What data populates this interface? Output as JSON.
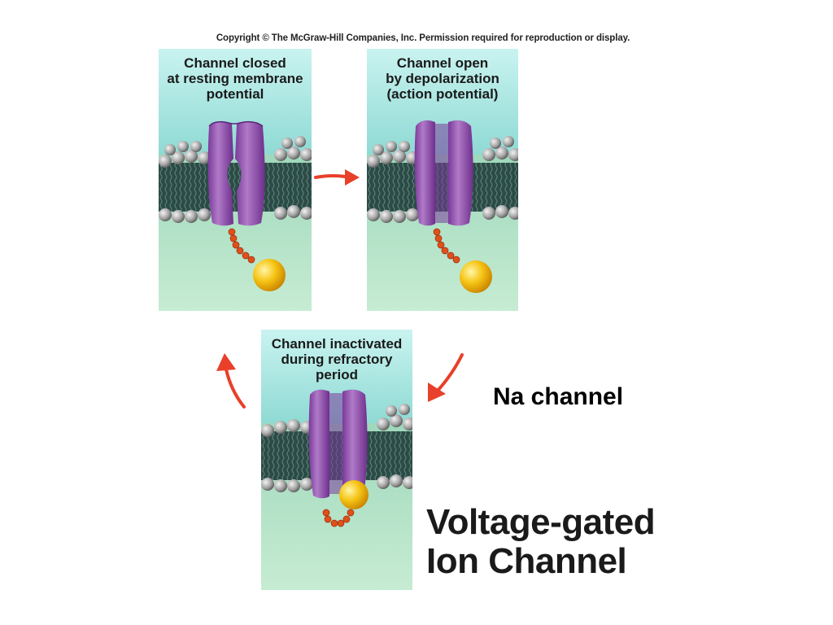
{
  "copyright": "Copyright © The McGraw-Hill Companies, Inc. Permission required for reproduction or display.",
  "panels": {
    "closed": {
      "lines": [
        "Channel closed",
        "at resting membrane",
        "potential"
      ]
    },
    "open": {
      "lines": [
        "Channel open",
        "by depolarization",
        "(action potential)"
      ]
    },
    "inactivated": {
      "lines": [
        "Channel inactivated",
        "during refractory",
        "period"
      ]
    }
  },
  "na_label": "Na channel",
  "title": {
    "lines": [
      "Voltage-gated",
      "Ion Channel"
    ]
  },
  "colors": {
    "top_fluid": "#bfeff0",
    "bottom_fluid": "#a8dcbc",
    "membrane_core": "#2f4f4a",
    "lipid_head": "#a8a8a8",
    "protein": "#9a55b8",
    "protein_dark": "#6e2f8c",
    "ball": "#f4c010",
    "chain": "#e0501a",
    "arrow": "#e8402a"
  },
  "icons": [
    "lipid-bilayer",
    "channel-protein",
    "inactivation-ball-and-chain",
    "cycle-arrow"
  ]
}
